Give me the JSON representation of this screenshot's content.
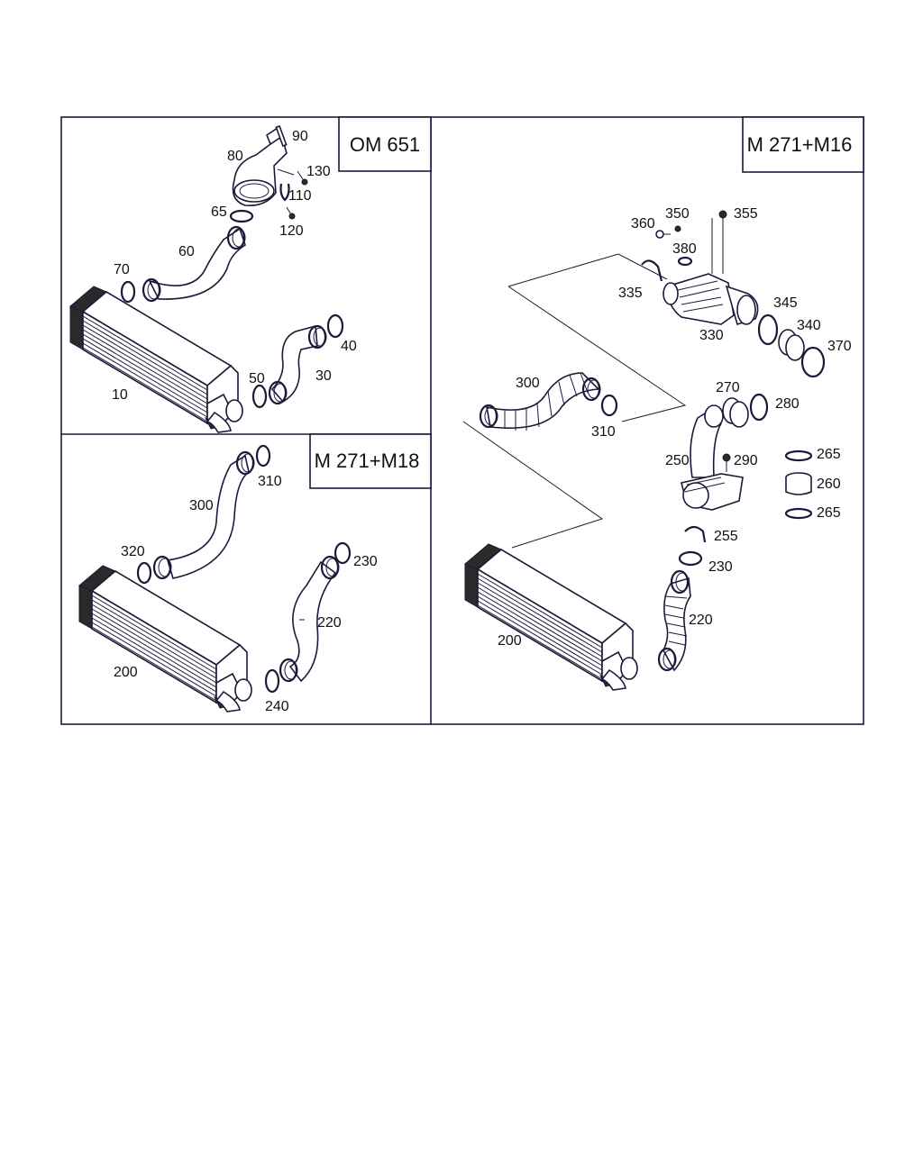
{
  "panels": [
    {
      "title": "OM 651",
      "labels": [
        "90",
        "80",
        "130",
        "110",
        "65",
        "120",
        "60",
        "70",
        "40",
        "30",
        "50",
        "10"
      ]
    },
    {
      "title": "M 271+M18",
      "labels": [
        "310",
        "300",
        "320",
        "230",
        "220",
        "200",
        "240"
      ]
    },
    {
      "title": "M 271+M16",
      "labels": [
        "360",
        "350",
        "355",
        "380",
        "335",
        "345",
        "330",
        "340",
        "370",
        "300",
        "270",
        "280",
        "310",
        "250",
        "290",
        "265",
        "260",
        "265",
        "255",
        "230",
        "220",
        "200"
      ]
    }
  ],
  "colors": {
    "line": "#1a1a3a",
    "text": "#111111",
    "background": "#ffffff"
  }
}
